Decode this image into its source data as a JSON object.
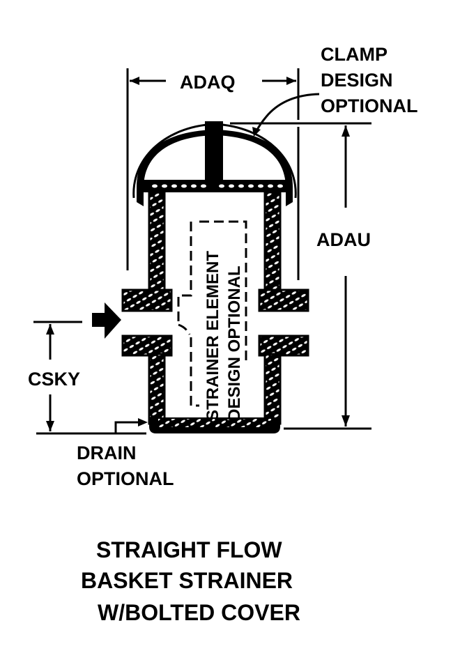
{
  "diagram": {
    "title_lines": [
      "STRAIGHT FLOW",
      "BASKET STRAINER",
      "W/BOLTED COVER"
    ],
    "dimensions": {
      "width_label": "ADAQ",
      "height_label": "ADAU",
      "inlet_height_label": "CSKY"
    },
    "callouts": {
      "clamp": [
        "CLAMP",
        "DESIGN",
        "OPTIONAL"
      ],
      "drain": [
        "DRAIN",
        "OPTIONAL"
      ],
      "element": [
        "STRAINER ELEMENT",
        "DESIGN OPTIONAL"
      ]
    },
    "colors": {
      "ink": "#000000",
      "paper": "#ffffff"
    }
  }
}
